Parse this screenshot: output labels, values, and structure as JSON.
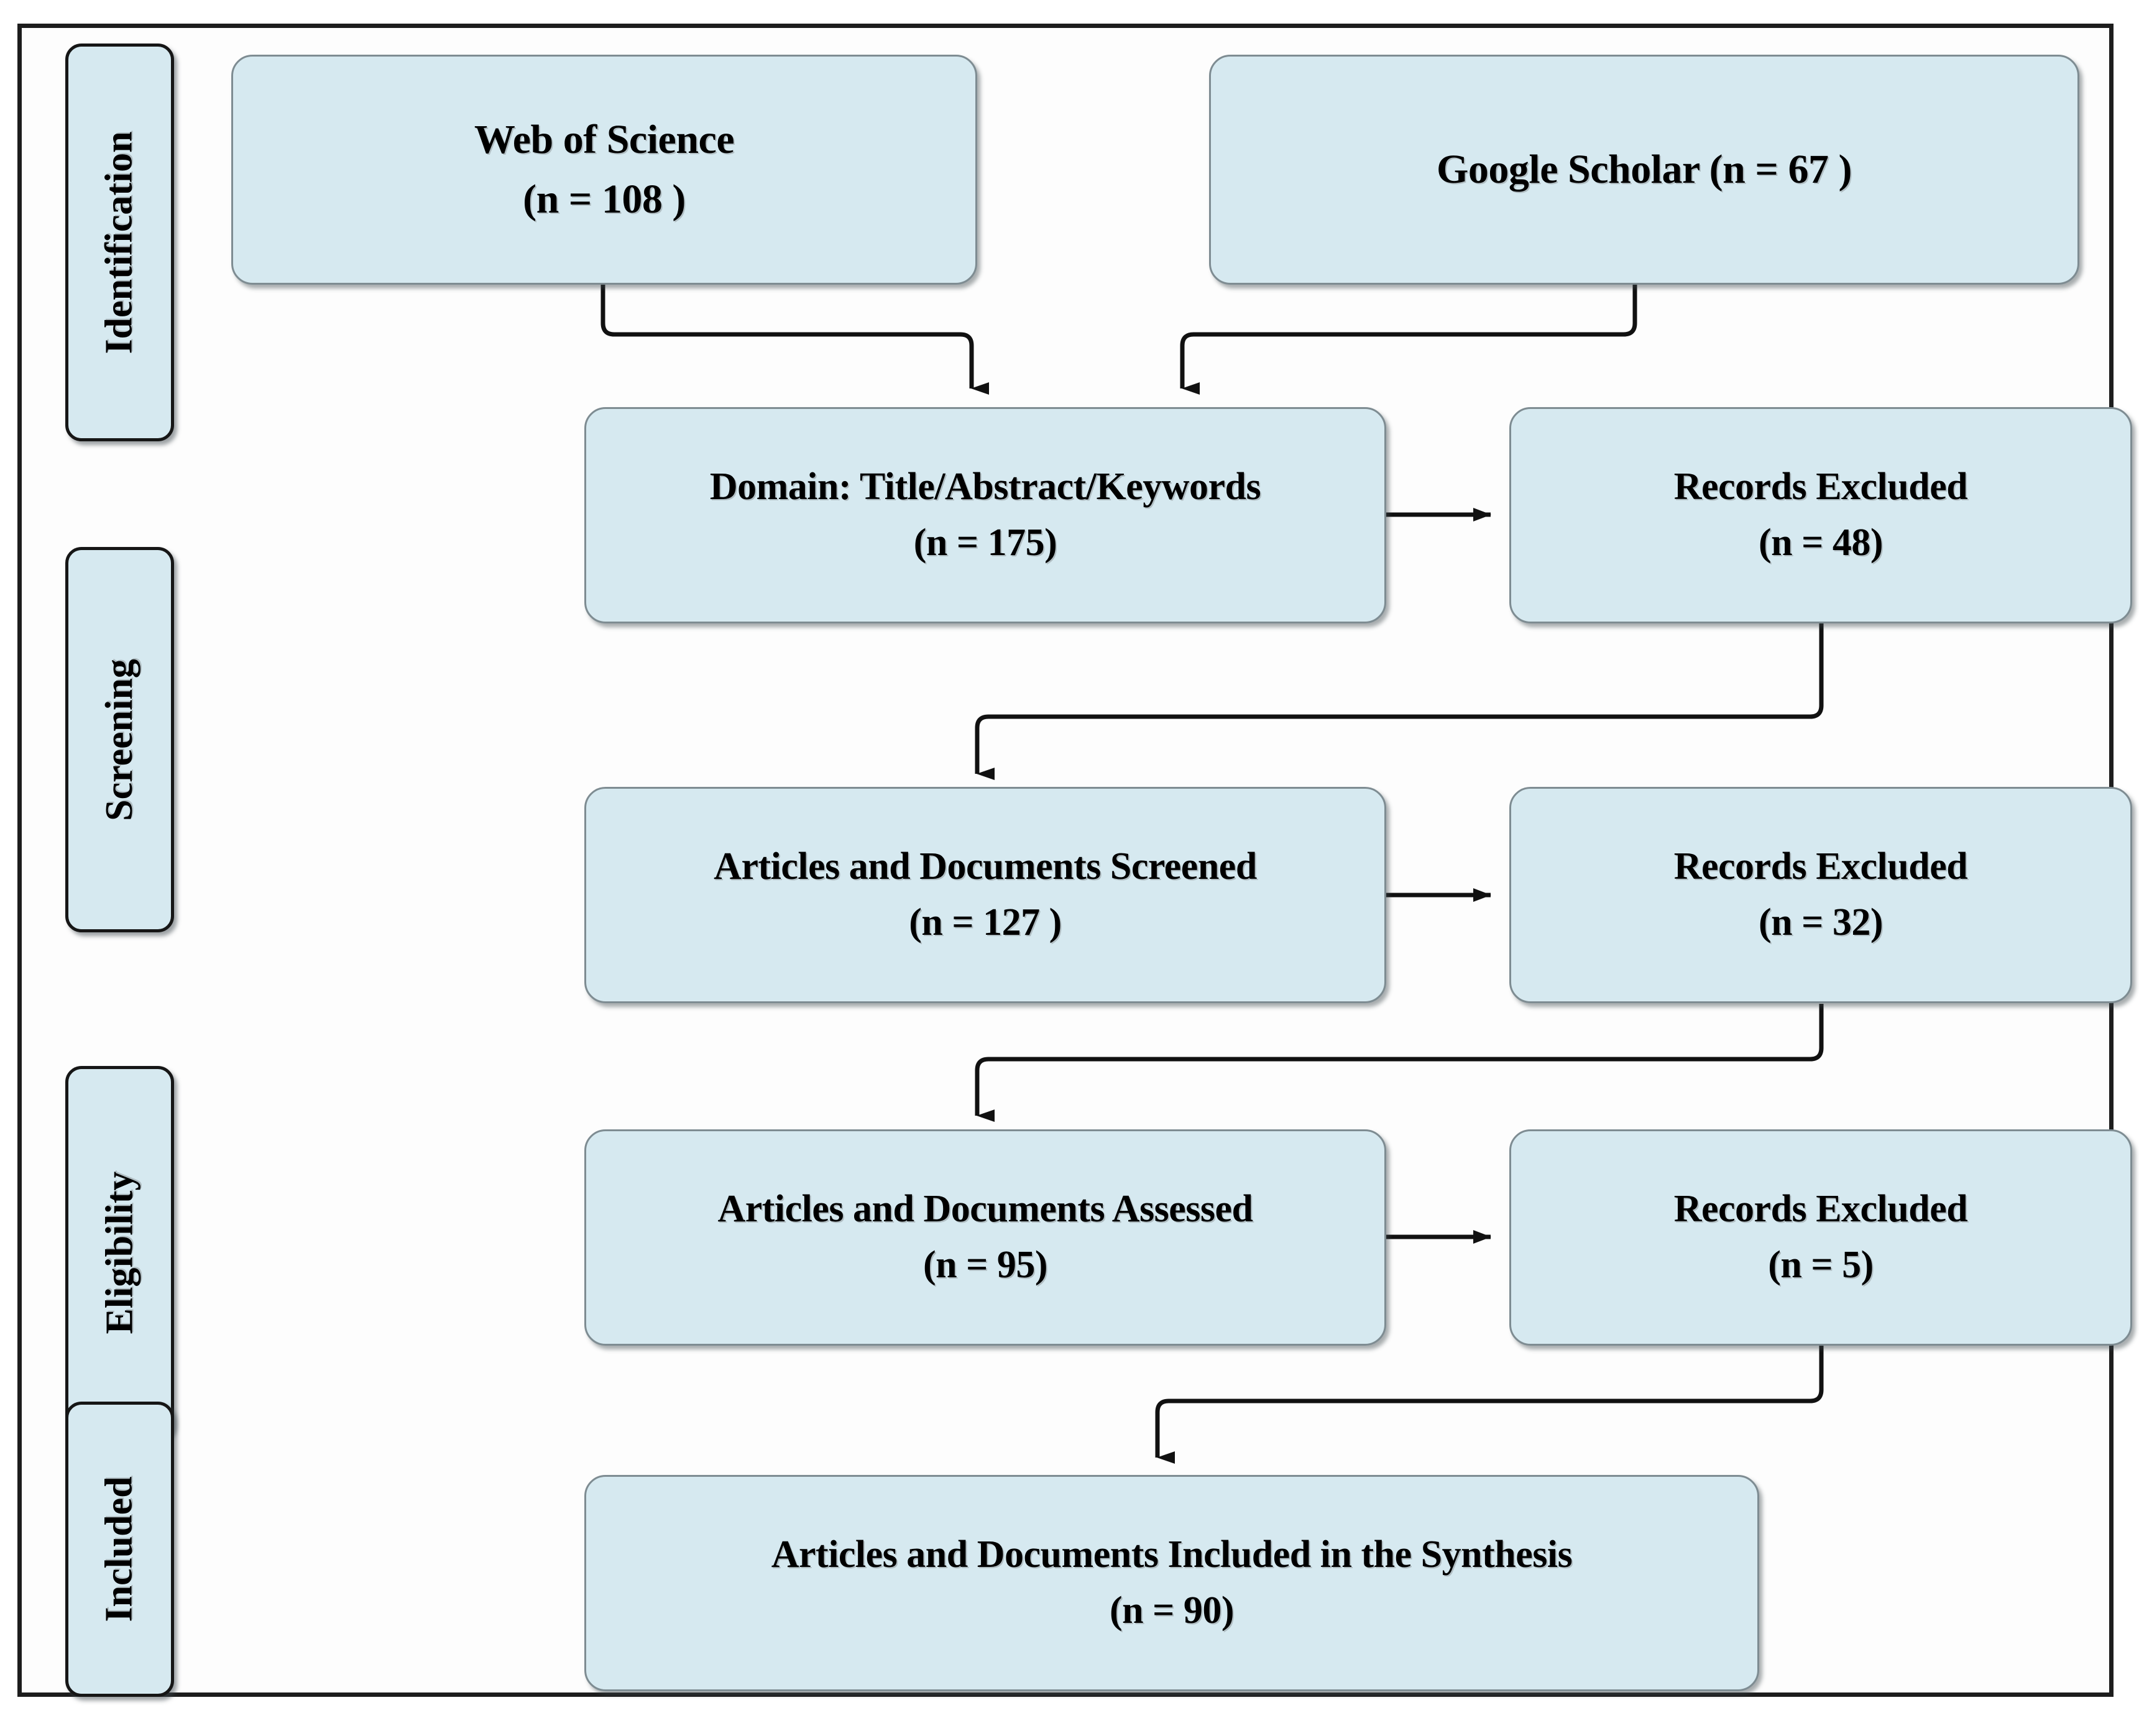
{
  "diagram": {
    "type": "prisma-flow-diagram",
    "title": "",
    "colors": {
      "node_fill": "#d6e9f0",
      "node_border": "#7e8c92",
      "stage_border": "#161616",
      "frame_border": "#1d1d1d",
      "connector": "#111111",
      "text": "#000000",
      "background": "#ffffff"
    }
  },
  "stages": [
    {
      "id": "identification",
      "label": "Identification"
    },
    {
      "id": "screening",
      "label": "Screening"
    },
    {
      "id": "eligibility",
      "label": "Eligibility"
    },
    {
      "id": "included",
      "label": "Included"
    }
  ],
  "nodes": {
    "web_of_science": {
      "label": "Web of Science\n(n = 108 )"
    },
    "google_scholar": {
      "label": "Google Scholar (n = 67 )"
    },
    "domain": {
      "label": "Domain: Title/Abstract/Keywords\n(n = 175)"
    },
    "excluded_1": {
      "label": "Records Excluded\n(n = 48)"
    },
    "screened": {
      "label": "Articles and Documents Screened\n(n = 127 )"
    },
    "excluded_2": {
      "label": "Records Excluded\n(n = 32)"
    },
    "assessed": {
      "label": "Articles and Documents Assessed\n(n = 95)"
    },
    "excluded_3": {
      "label": "Records  Excluded\n(n = 5)"
    },
    "included_final": {
      "label": "Articles and Documents Included in the Synthesis\n(n = 90)"
    }
  },
  "chart_data": {
    "type": "diagram",
    "title": "PRISMA study selection flow",
    "stages": [
      "Identification",
      "Screening",
      "Eligibility",
      "Included"
    ],
    "records": [
      {
        "step": "Web of Science",
        "n": 108,
        "stage": "Identification"
      },
      {
        "step": "Google Scholar",
        "n": 67,
        "stage": "Identification"
      },
      {
        "step": "Domain: Title/Abstract/Keywords",
        "n": 175,
        "stage": "Screening"
      },
      {
        "step": "Records Excluded",
        "n": 48,
        "stage": "Screening"
      },
      {
        "step": "Articles and Documents Screened",
        "n": 127,
        "stage": "Screening"
      },
      {
        "step": "Records Excluded",
        "n": 32,
        "stage": "Screening"
      },
      {
        "step": "Articles and Documents Assessed",
        "n": 95,
        "stage": "Eligibility"
      },
      {
        "step": "Records Excluded",
        "n": 5,
        "stage": "Eligibility"
      },
      {
        "step": "Articles and Documents Included in the Synthesis",
        "n": 90,
        "stage": "Included"
      }
    ],
    "flows": [
      {
        "from": "Web of Science",
        "to": "Domain: Title/Abstract/Keywords"
      },
      {
        "from": "Google Scholar",
        "to": "Domain: Title/Abstract/Keywords"
      },
      {
        "from": "Domain: Title/Abstract/Keywords",
        "to": "Records Excluded (n = 48)"
      },
      {
        "from": "Records Excluded (n = 48)",
        "to": "Articles and Documents Screened"
      },
      {
        "from": "Articles and Documents Screened",
        "to": "Records Excluded (n = 32)"
      },
      {
        "from": "Records Excluded (n = 32)",
        "to": "Articles and Documents Assessed"
      },
      {
        "from": "Articles and Documents Assessed",
        "to": "Records Excluded (n = 5)"
      },
      {
        "from": "Records Excluded (n = 5)",
        "to": "Articles and Documents Included in the Synthesis"
      }
    ]
  }
}
